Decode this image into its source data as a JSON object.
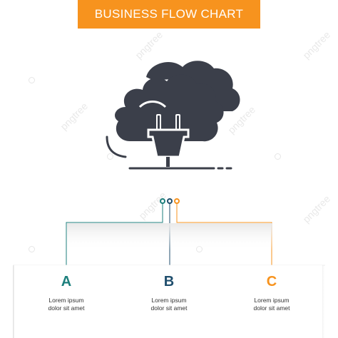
{
  "title": "BUSINESS FLOW CHART",
  "watermark_text": "pngtree",
  "icon_name": "cloud-plug-icon",
  "colors": {
    "banner": "#f7931e",
    "icon": "#3b3f4a",
    "step_a": "#1c7f7c",
    "step_b": "#1f4e6d",
    "step_c": "#f7931e"
  },
  "steps": [
    {
      "letter": "A",
      "line1": "Lorem ipsum",
      "line2": "dolor sit amet"
    },
    {
      "letter": "B",
      "line1": "Lorem ipsum",
      "line2": "dolor sit amet"
    },
    {
      "letter": "C",
      "line1": "Lorem ipsum",
      "line2": "dolor sit amet"
    }
  ]
}
